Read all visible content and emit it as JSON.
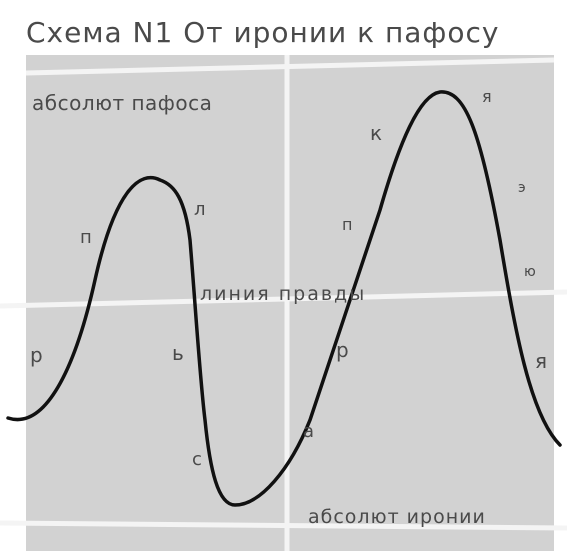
{
  "title": "Схема N1 От иронии к пафосу",
  "top_label": "абсолют пафоса",
  "middle_label": "линия правды",
  "bottom_label": "абсолют иронии",
  "curve_letters": [
    "п",
    "л",
    "ь",
    "с",
    "а",
    "р",
    "п",
    "к",
    "я"
  ],
  "side_letters": [
    "р",
    "я"
  ],
  "right_marks": [
    "э",
    "ю"
  ],
  "colors": {
    "panel": "#d2d2d2",
    "gridline": "#f4f4f4",
    "curve": "#111111",
    "text": "#4a4a4a"
  }
}
